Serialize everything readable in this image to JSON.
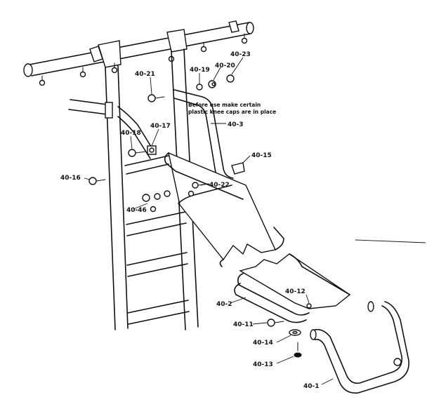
{
  "labels": {
    "l_40_21": "40-21",
    "l_40_19": "40-19",
    "l_40_20": "40-20",
    "l_40_23": "40-23",
    "l_40_3": "40-3",
    "l_40_18": "40-18",
    "l_40_17": "40-17",
    "l_40_15": "40-15",
    "l_40_16": "40-16",
    "l_40_22": "40-22",
    "l_40_46": "40-46",
    "l_40_2": "40-2",
    "l_40_12": "40-12",
    "l_40_11": "40-11",
    "l_40_14": "40-14",
    "l_40_13": "40-13",
    "l_40_1": "40-1"
  },
  "note": {
    "line1": "Before use make certain",
    "line2": "plastic knee caps are in place"
  },
  "colors": {
    "ink": "#111111",
    "paper": "#ffffff"
  }
}
